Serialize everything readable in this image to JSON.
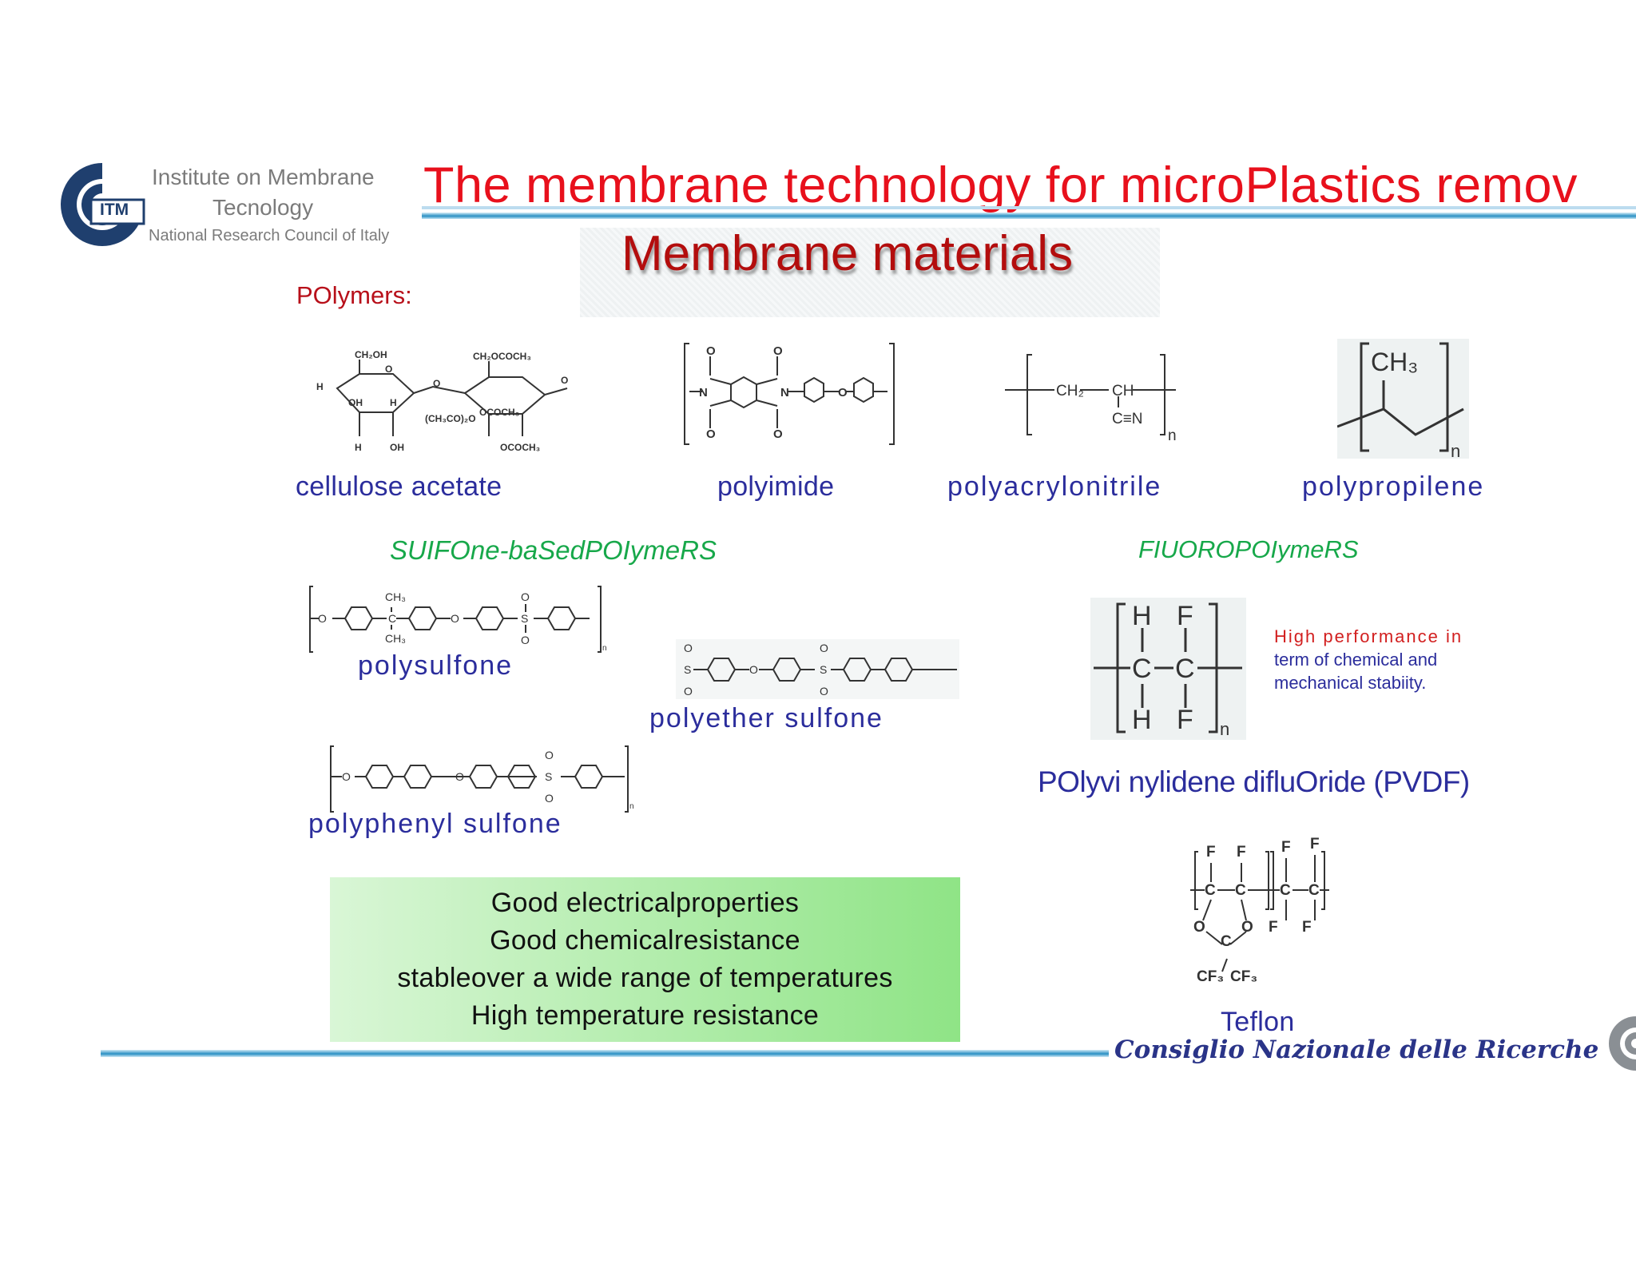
{
  "header": {
    "title": "The membrane technology for microPlastics remov",
    "subtitle": "Membrane materials"
  },
  "logo": {
    "mark": "ITM",
    "line1": "Institute on Membrane",
    "line2": "Tecnology",
    "line3": "National Research Council of Italy"
  },
  "section_label": "POlymers:",
  "polymers": [
    {
      "name": "cellulose acetate"
    },
    {
      "name": "polyimide"
    },
    {
      "name": "polyacrylonitrile"
    },
    {
      "name": "polypropilene"
    }
  ],
  "groups": {
    "sulfone": "SUIFOne-baSedPOIymeRS",
    "fluoro": "FIUOROPOIymeRS"
  },
  "sulfone_polymers": [
    "polysulfone",
    "polyether sulfone",
    "polyphenyl sulfone"
  ],
  "fluoro_polymers": [
    "POlyvi nylidene difluOride (PVDF)",
    "Teflon"
  ],
  "note": {
    "line1": "High performance in",
    "line2": "term of chemical and",
    "line3": "mechanical stabiity."
  },
  "properties": [
    "Good electricalproperties",
    "Good chemicalresistance",
    "stableover a wide range of temperatures",
    "High temperature resistance"
  ],
  "footer": {
    "cnr": "Consiglio Nazionale delle Ricerche"
  },
  "colors": {
    "title": "#e8101c",
    "subtitle": "#b30d0d",
    "polymer_label": "#2b2d9c",
    "group_label": "#17a84a",
    "accent_bar": "#2a90c4"
  }
}
